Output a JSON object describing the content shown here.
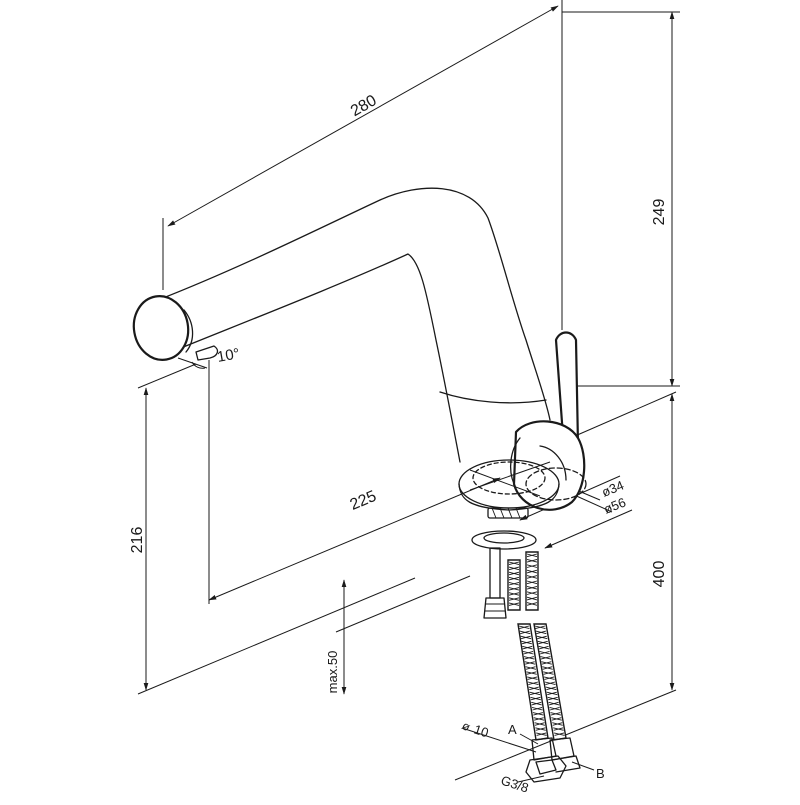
{
  "dimensions": {
    "overall_reach": "280",
    "spout_reach": "225",
    "total_height": "249",
    "spout_height": "216",
    "install_height": "400",
    "max_deck": "max.50",
    "spout_angle": "10°",
    "inner_diameter": "ø34",
    "outer_diameter": "ø56",
    "hose_size": "10",
    "hose_size_symbol": "ø",
    "thread": "G3/8"
  },
  "connectors": {
    "a": "A",
    "b": "B"
  }
}
